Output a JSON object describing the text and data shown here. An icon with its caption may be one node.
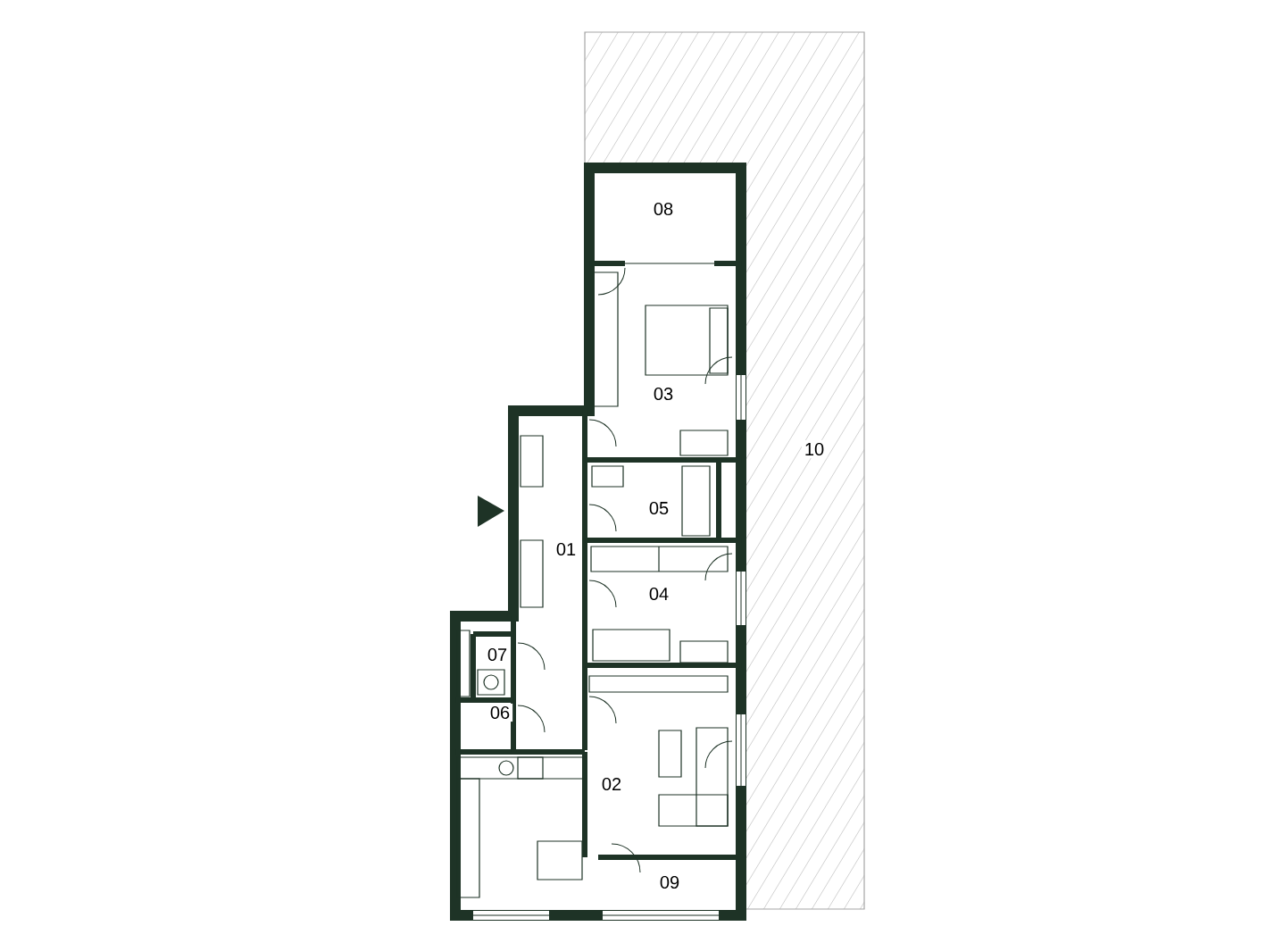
{
  "diagram": {
    "labels": [
      "08",
      "03",
      "10",
      "05",
      "01",
      "04",
      "07",
      "06",
      "02",
      "09"
    ]
  }
}
